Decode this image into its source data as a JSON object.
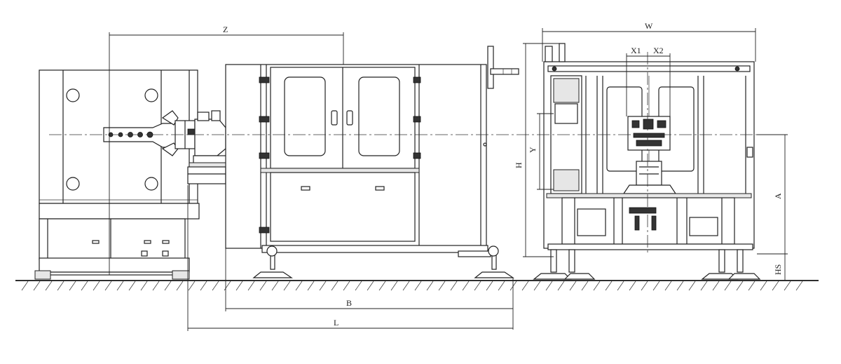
{
  "labels": {
    "z": "Z",
    "w": "W",
    "x1": "X1",
    "x2": "X2",
    "h": "H",
    "y": "Y",
    "a": "A",
    "hs": "HS",
    "b": "B",
    "l": "L"
  },
  "colors": {
    "line": "#222222",
    "background": "#ffffff"
  }
}
